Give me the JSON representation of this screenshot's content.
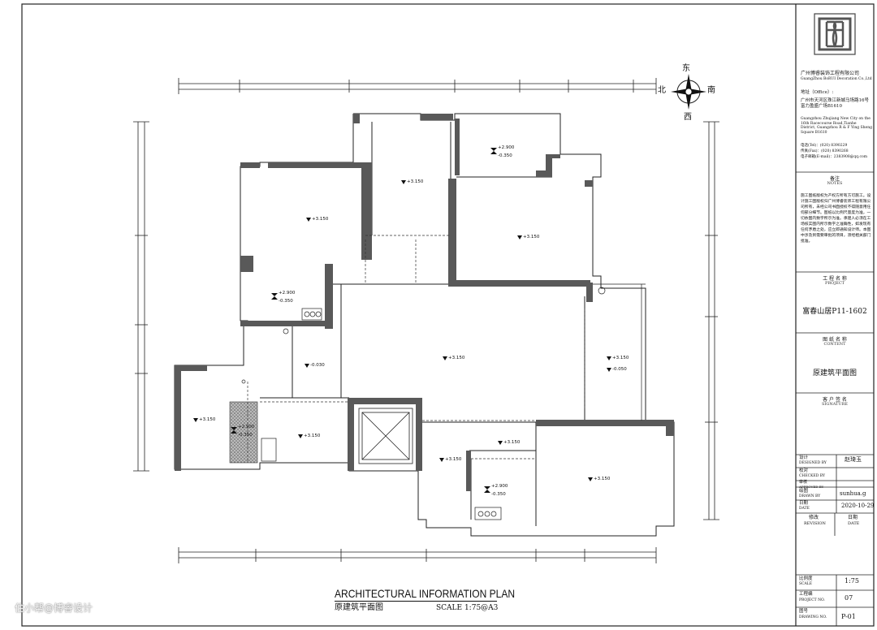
{
  "plan": {
    "title_en": "ARCHITECTURAL INFORMATION PLAN",
    "title_cn": "原建筑平面图",
    "scale_note": "SCALE 1:75@A3",
    "compass": {
      "north": "北",
      "east": "东",
      "south": "南",
      "west": "西"
    },
    "level_labels": {
      "lv_plus_3150": "+3.150",
      "lv_plus_2900": "+2.900",
      "lv_minus_0350": "-0.350",
      "lv_minus_0030": "-0.030",
      "lv_minus_0050": "-0.050"
    }
  },
  "titleblock": {
    "company_cn": "广州博睿装饰工程有限公司",
    "company_en": "GuangZhou BoRUI Decoration Co.,Ltd",
    "office_label": "地址（Office）:",
    "address_cn": "广州市天河区珠江新城马场路16号富力盈盛广场B1610",
    "address_en": "Guangzhou Zhujiang New City on the 16th Racecourse Road,Tianhe District, Guangzhou R & F Ying Sheng Square B1610",
    "tel": "电话(Tel)：(020) 8390229",
    "fax": "传真(Fax)：(020) 8390268",
    "email": "电子邮箱(E-mail)：2383908@qq.com",
    "notes_cn": "备注",
    "notes_en": "NOTES",
    "notes_text": "施工图纸版权为产权方所有方可施工。设计施工图版权归广州博睿装饰工程有限公司所有，未经公司书面授权不得随意用任何部分细节。图纸以比例尺量度为准，一切依图内数字所示为准。承建人必须在工场核实图内所示数字之准确性，如发现有任何矛盾之处，应立即通知设计师。本图中涉及到需要审批的项目，须经相关部门批准。",
    "project_cn": "工 程 名 称",
    "project_en": "PROJECT",
    "project_value": "富春山居P11-1602",
    "content_cn": "图 纸 名 称",
    "content_en": "CONTENT",
    "content_value": "原建筑平面图",
    "signature_cn": "客 户 签 名",
    "signature_en": "SIGNATURE",
    "designed_cn": "设计",
    "designed_en": "DESIGNED BY",
    "designed_value": "赵琦玉",
    "checked_cn": "校对",
    "checked_en": "CHECKED BY",
    "approved_cn": "审核",
    "approved_en": "APPROVED BY",
    "drawn_cn": "绘图",
    "drawn_en": "DRAWN BY",
    "drawn_value": "sunhua.g",
    "date_cn": "日期",
    "date_en": "DATE",
    "date_value": "2020-10-29",
    "revision_cn": "修改",
    "revision_en": "REVISION",
    "revdate_cn": "日期",
    "revdate_en": "DATE",
    "scale_cn": "比例度",
    "scale_en": "SCALE",
    "scale_value": "1:75",
    "projno_cn": "工程编",
    "projno_en": "PROJECT NO.",
    "projno_value": "07",
    "drawingno_cn": "图号",
    "drawingno_en": "DRAWING NO.",
    "drawingno_value": "P-01"
  },
  "watermark": "住小帮@博睿设计",
  "colors": {
    "wall": "#595959",
    "line": "#222222",
    "hatch": "#7a7a7a"
  }
}
